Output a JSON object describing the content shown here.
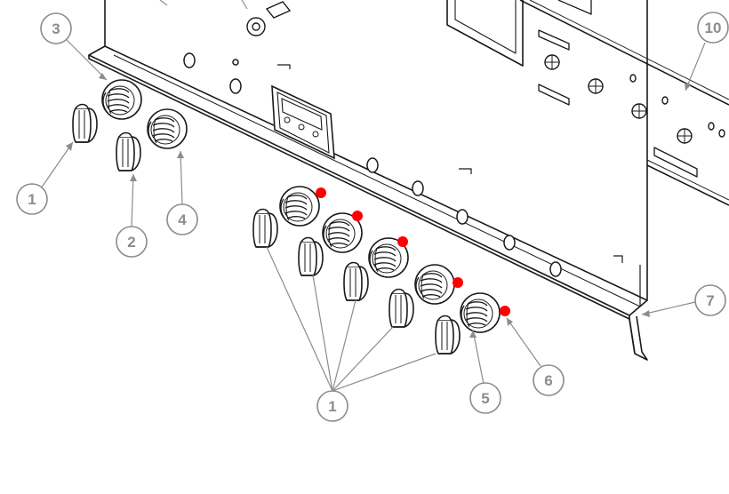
{
  "diagram": {
    "type": "exploded-parts-view",
    "colors": {
      "line": "#1a1a1a",
      "callout": "#8c8c8c",
      "marker": "#ff0000",
      "background": "#ffffff"
    },
    "callouts": [
      {
        "id": "c1a",
        "label": "1"
      },
      {
        "id": "c2",
        "label": "2"
      },
      {
        "id": "c3",
        "label": "3"
      },
      {
        "id": "c4",
        "label": "4"
      },
      {
        "id": "c1b",
        "label": "1"
      },
      {
        "id": "c5",
        "label": "5"
      },
      {
        "id": "c6",
        "label": "6"
      },
      {
        "id": "c7",
        "label": "7"
      },
      {
        "id": "c10",
        "label": "10"
      }
    ]
  }
}
